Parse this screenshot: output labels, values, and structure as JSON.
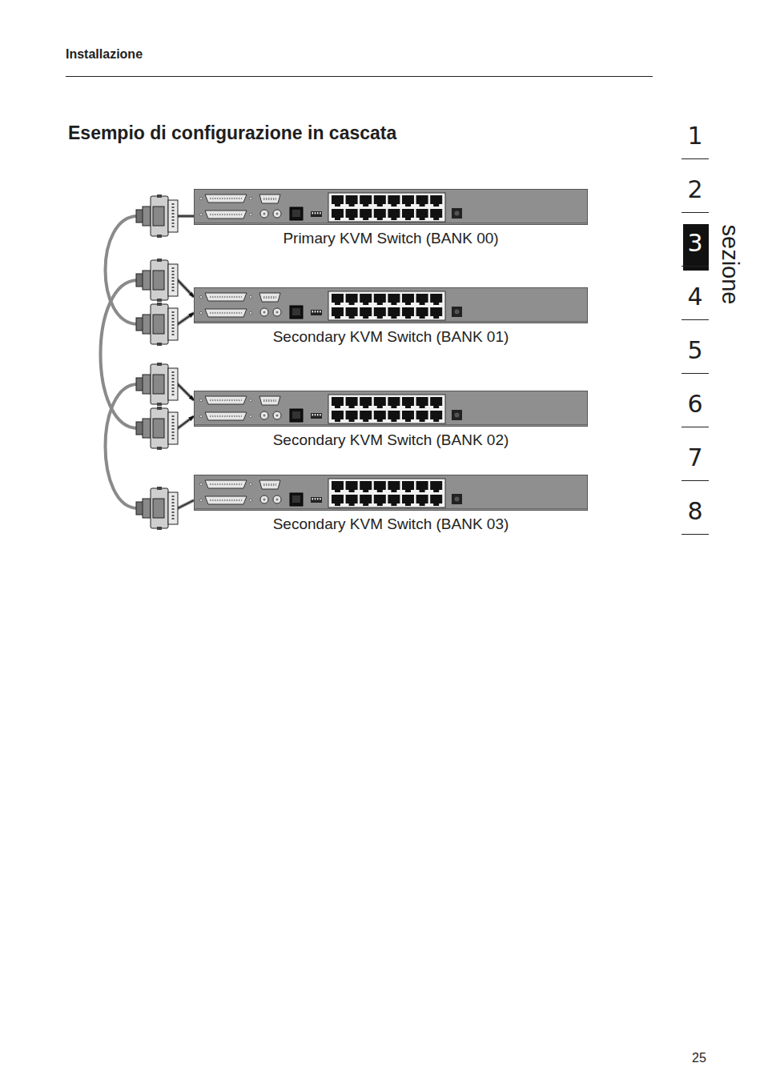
{
  "diagram": {
    "title": "Esempio di configurazione in cascata",
    "nodes": [
      {
        "text": [
          "Primary KVM Switch (BANK 00)"
        ]
      },
      {
        "text": [
          "Secondary KVM Switch (BANK 01)"
        ]
      },
      {
        "text": [
          "Secondary KVM Switch (BANK 02)"
        ]
      },
      {
        "text": [
          "Secondary KVM Switch (BANK 03)"
        ]
      }
    ],
    "edges": [
      {
        "from": 0,
        "to": 1,
        "arrow": "to"
      },
      {
        "from": 1,
        "to": 2,
        "arrow": "both"
      },
      {
        "from": 3,
        "to": 2,
        "arrow": "to"
      }
    ],
    "labels": [
      "Installazione",
      "1",
      "2",
      "3",
      "4",
      "5",
      "6",
      "7",
      "8",
      "sezione",
      "25"
    ]
  }
}
